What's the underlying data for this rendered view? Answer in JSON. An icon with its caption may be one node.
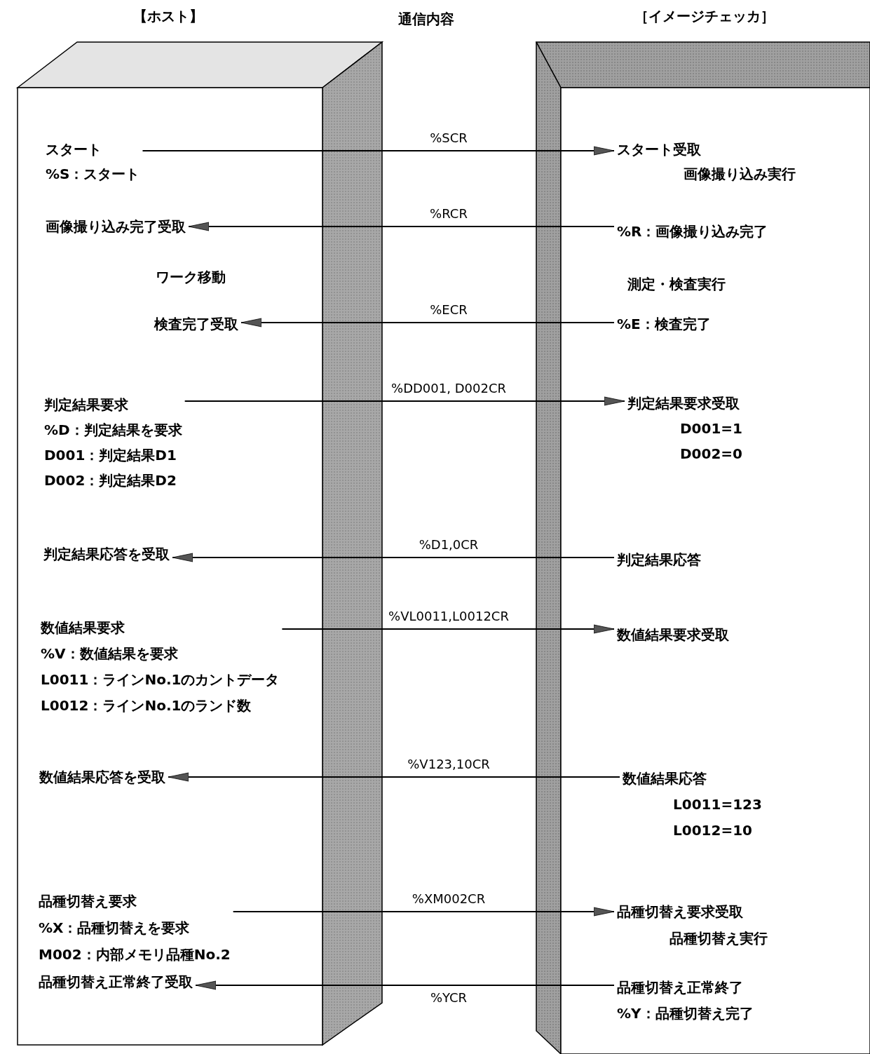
{
  "diagram": {
    "nodes": [
      {
        "text": [
          "【ホスト】"
        ]
      },
      {
        "text": [
          "［イメージチェッカ］"
        ]
      },
      {
        "text": [
          "スタート",
          "%S：スタート"
        ],
        "in": 0
      },
      {
        "text": [
          "画像撮り込み完了受取"
        ],
        "in": 0
      },
      {
        "text": [
          "検査完了受取"
        ],
        "in": 0
      },
      {
        "text": [
          "判定結果要求",
          "%D：判定結果を要求",
          "D001：判定結果D1",
          "D002：判定結果D2"
        ],
        "in": 0
      },
      {
        "text": [
          "判定結果応答を受取"
        ],
        "in": 0
      },
      {
        "text": [
          "数値結果要求",
          "%V：数値結果を要求",
          "L0011：ラインNo.1のカントデータ",
          "L0012：ラインNo.1のランド数"
        ],
        "in": 0
      },
      {
        "text": [
          "数値結果応答を受取"
        ],
        "in": 0
      },
      {
        "text": [
          "品種切替え要求",
          "%X：品種切替えを要求",
          "M002：内部メモリ品種No.2"
        ],
        "in": 0
      },
      {
        "text": [
          "品種切替え正常終了受取"
        ],
        "in": 0
      },
      {
        "text": [
          "スタート受取",
          "画像撮り込み実行"
        ],
        "in": 1
      },
      {
        "text": [
          "%R：画像撮り込み完了"
        ],
        "in": 1
      },
      {
        "text": [
          "%E：検査完了"
        ],
        "in": 1
      },
      {
        "text": [
          "判定結果要求受取",
          "D001=1",
          "D002=0"
        ],
        "in": 1
      },
      {
        "text": [
          "判定結果応答"
        ],
        "in": 1
      },
      {
        "text": [
          "数値結果要求受取"
        ],
        "in": 1
      },
      {
        "text": [
          "数値結果応答",
          "L0011=123",
          "L0012=10"
        ],
        "in": 1
      },
      {
        "text": [
          "品種切替え要求受取",
          "品種切替え実行"
        ],
        "in": 1
      },
      {
        "text": [
          "品種切替え正常終了",
          "%Y：品種切替え完了"
        ],
        "in": 1
      }
    ],
    "edges": [
      {
        "from": 2,
        "to": 11,
        "arrow": "to",
        "label": "%SCR"
      },
      {
        "from": 12,
        "to": 3,
        "arrow": "to",
        "label": "%RCR"
      },
      {
        "from": 13,
        "to": 4,
        "arrow": "to",
        "label": "%ECR"
      },
      {
        "from": 5,
        "to": 14,
        "arrow": "to",
        "label": "%DD001, D002CR"
      },
      {
        "from": 15,
        "to": 6,
        "arrow": "to",
        "label": "%D1,0CR"
      },
      {
        "from": 7,
        "to": 16,
        "arrow": "to",
        "label": "%VL0011,L0012CR"
      },
      {
        "from": 17,
        "to": 8,
        "arrow": "to",
        "label": "%V123,10CR"
      },
      {
        "from": 9,
        "to": 18,
        "arrow": "to",
        "label": "%XM002CR"
      },
      {
        "from": 19,
        "to": 10,
        "arrow": "to",
        "label": "%YCR"
      }
    ],
    "labels": [
      "通信内容",
      "ワーク移動",
      "測定・検査実行"
    ]
  }
}
